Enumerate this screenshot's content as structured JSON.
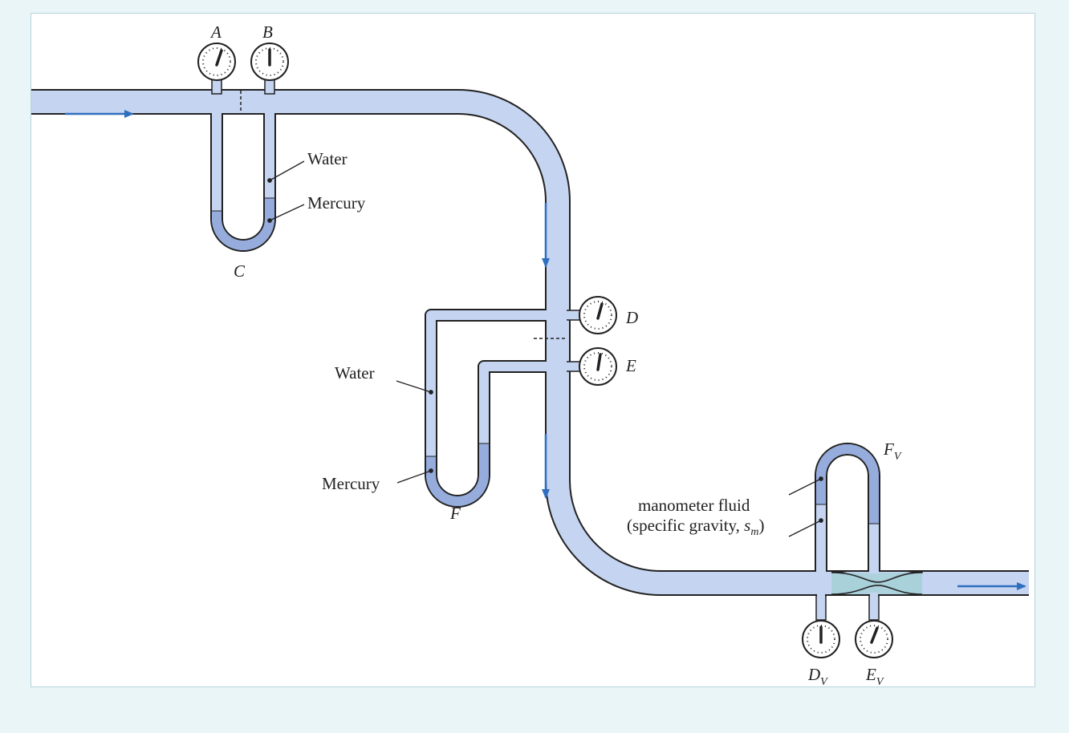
{
  "labels": {
    "a": "A",
    "b": "B",
    "c": "C",
    "d": "D",
    "e": "E",
    "f": "F",
    "fv_main": "F",
    "fv_sub": "V",
    "dv_main": "D",
    "dv_sub": "V",
    "ev_main": "E",
    "ev_sub": "V",
    "water_top": "Water",
    "mercury_top": "Mercury",
    "water_mid": "Water",
    "mercury_mid": "Mercury",
    "manometer_line1": "manometer fluid",
    "manometer_line2_pre": "(specific gravity, ",
    "manometer_line2_var": "s",
    "manometer_line2_sub": "m",
    "manometer_line2_post": ")"
  },
  "colors": {
    "pipe": "#c5d4f0",
    "mercury": "#95acdd",
    "nozzle": "#a9d1d9",
    "arrow": "#2f6fbf",
    "outline": "#222222",
    "background": "#eaf5f8"
  }
}
